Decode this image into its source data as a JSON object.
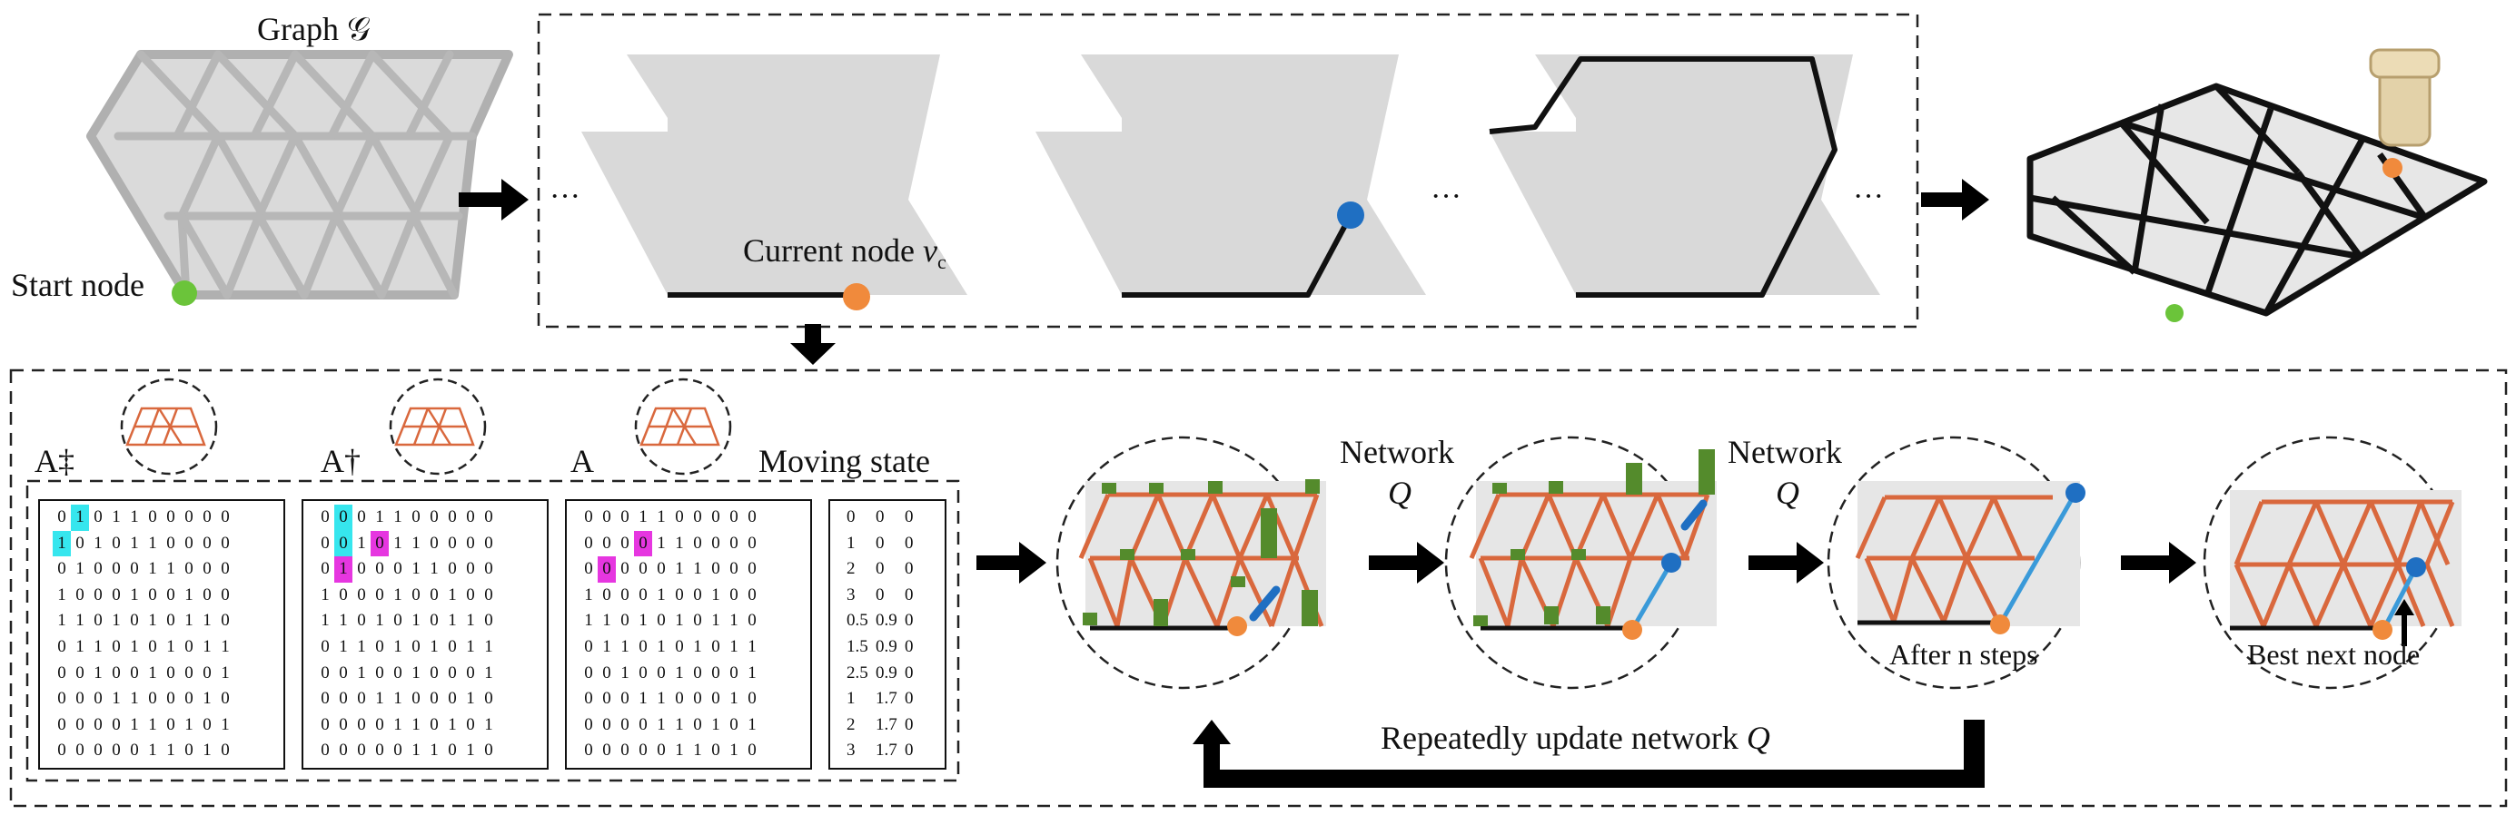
{
  "top": {
    "graph_label": "Graph 𝒢",
    "start_node_label": "Start node",
    "current_node_text": "Current node ",
    "current_node_symbol": "v",
    "current_node_sub": "c",
    "ellipsis": "···"
  },
  "bottom": {
    "labels": {
      "a_ddagger": "A‡",
      "a_dagger": "A†",
      "a": "A",
      "moving_state": "Moving state"
    },
    "network_word": "Network",
    "q_symbol": "Q",
    "after_n_steps": "After n steps",
    "best_next_node": "Best next node",
    "update_text": "Repeatedly update network ",
    "update_q": "Q"
  },
  "matrices": {
    "a_ddagger": [
      "0101100000",
      "1010110000",
      "0100011000",
      "1000100100",
      "1101010110",
      "0110101011",
      "0010010001",
      "0001100010",
      "0000110101",
      "0000011010"
    ],
    "a_dagger": [
      "0001100000",
      "0010110000",
      "0100011000",
      "1000100100",
      "1101010110",
      "0110101011",
      "0010010001",
      "0001100010",
      "0000110101",
      "0000011010"
    ],
    "a": [
      "0001100000",
      "0000110000",
      "0000011000",
      "1000100100",
      "1101010110",
      "0110101011",
      "0010010001",
      "0001100010",
      "0000110101",
      "0000011010"
    ],
    "highlights": {
      "a_ddagger": [
        [
          0,
          1,
          "cyan"
        ],
        [
          1,
          0,
          "cyan"
        ]
      ],
      "a_dagger": [
        [
          0,
          1,
          "cyan"
        ],
        [
          1,
          1,
          "cyan"
        ],
        [
          1,
          3,
          "magenta"
        ],
        [
          2,
          1,
          "magenta"
        ]
      ],
      "a": [
        [
          1,
          3,
          "magenta"
        ],
        [
          2,
          1,
          "magenta"
        ]
      ]
    }
  },
  "moving_state": [
    [
      "0",
      "0",
      "0"
    ],
    [
      "1",
      "0",
      "0"
    ],
    [
      "2",
      "0",
      "0"
    ],
    [
      "3",
      "0",
      "0"
    ],
    [
      "0.5",
      "0.9",
      "0"
    ],
    [
      "1.5",
      "0.9",
      "0"
    ],
    [
      "2.5",
      "0.9",
      "0"
    ],
    [
      "1",
      "1.7",
      "0"
    ],
    [
      "2",
      "1.7",
      "0"
    ],
    [
      "3",
      "1.7",
      "0"
    ]
  ],
  "colors": {
    "mesh": "#d8d8d8",
    "beam_outline": "#a9a9a9",
    "path": "#111111",
    "orange_node": "#f08a3c",
    "blue_node": "#1f6fc2",
    "green_node": "#6bc43a",
    "bar_green": "#548b2c",
    "orange_edge": "#d9683d",
    "blue_edge": "#3a9ad9",
    "highlight_cyan": "#36e6ee",
    "highlight_magenta": "#e636e0"
  }
}
